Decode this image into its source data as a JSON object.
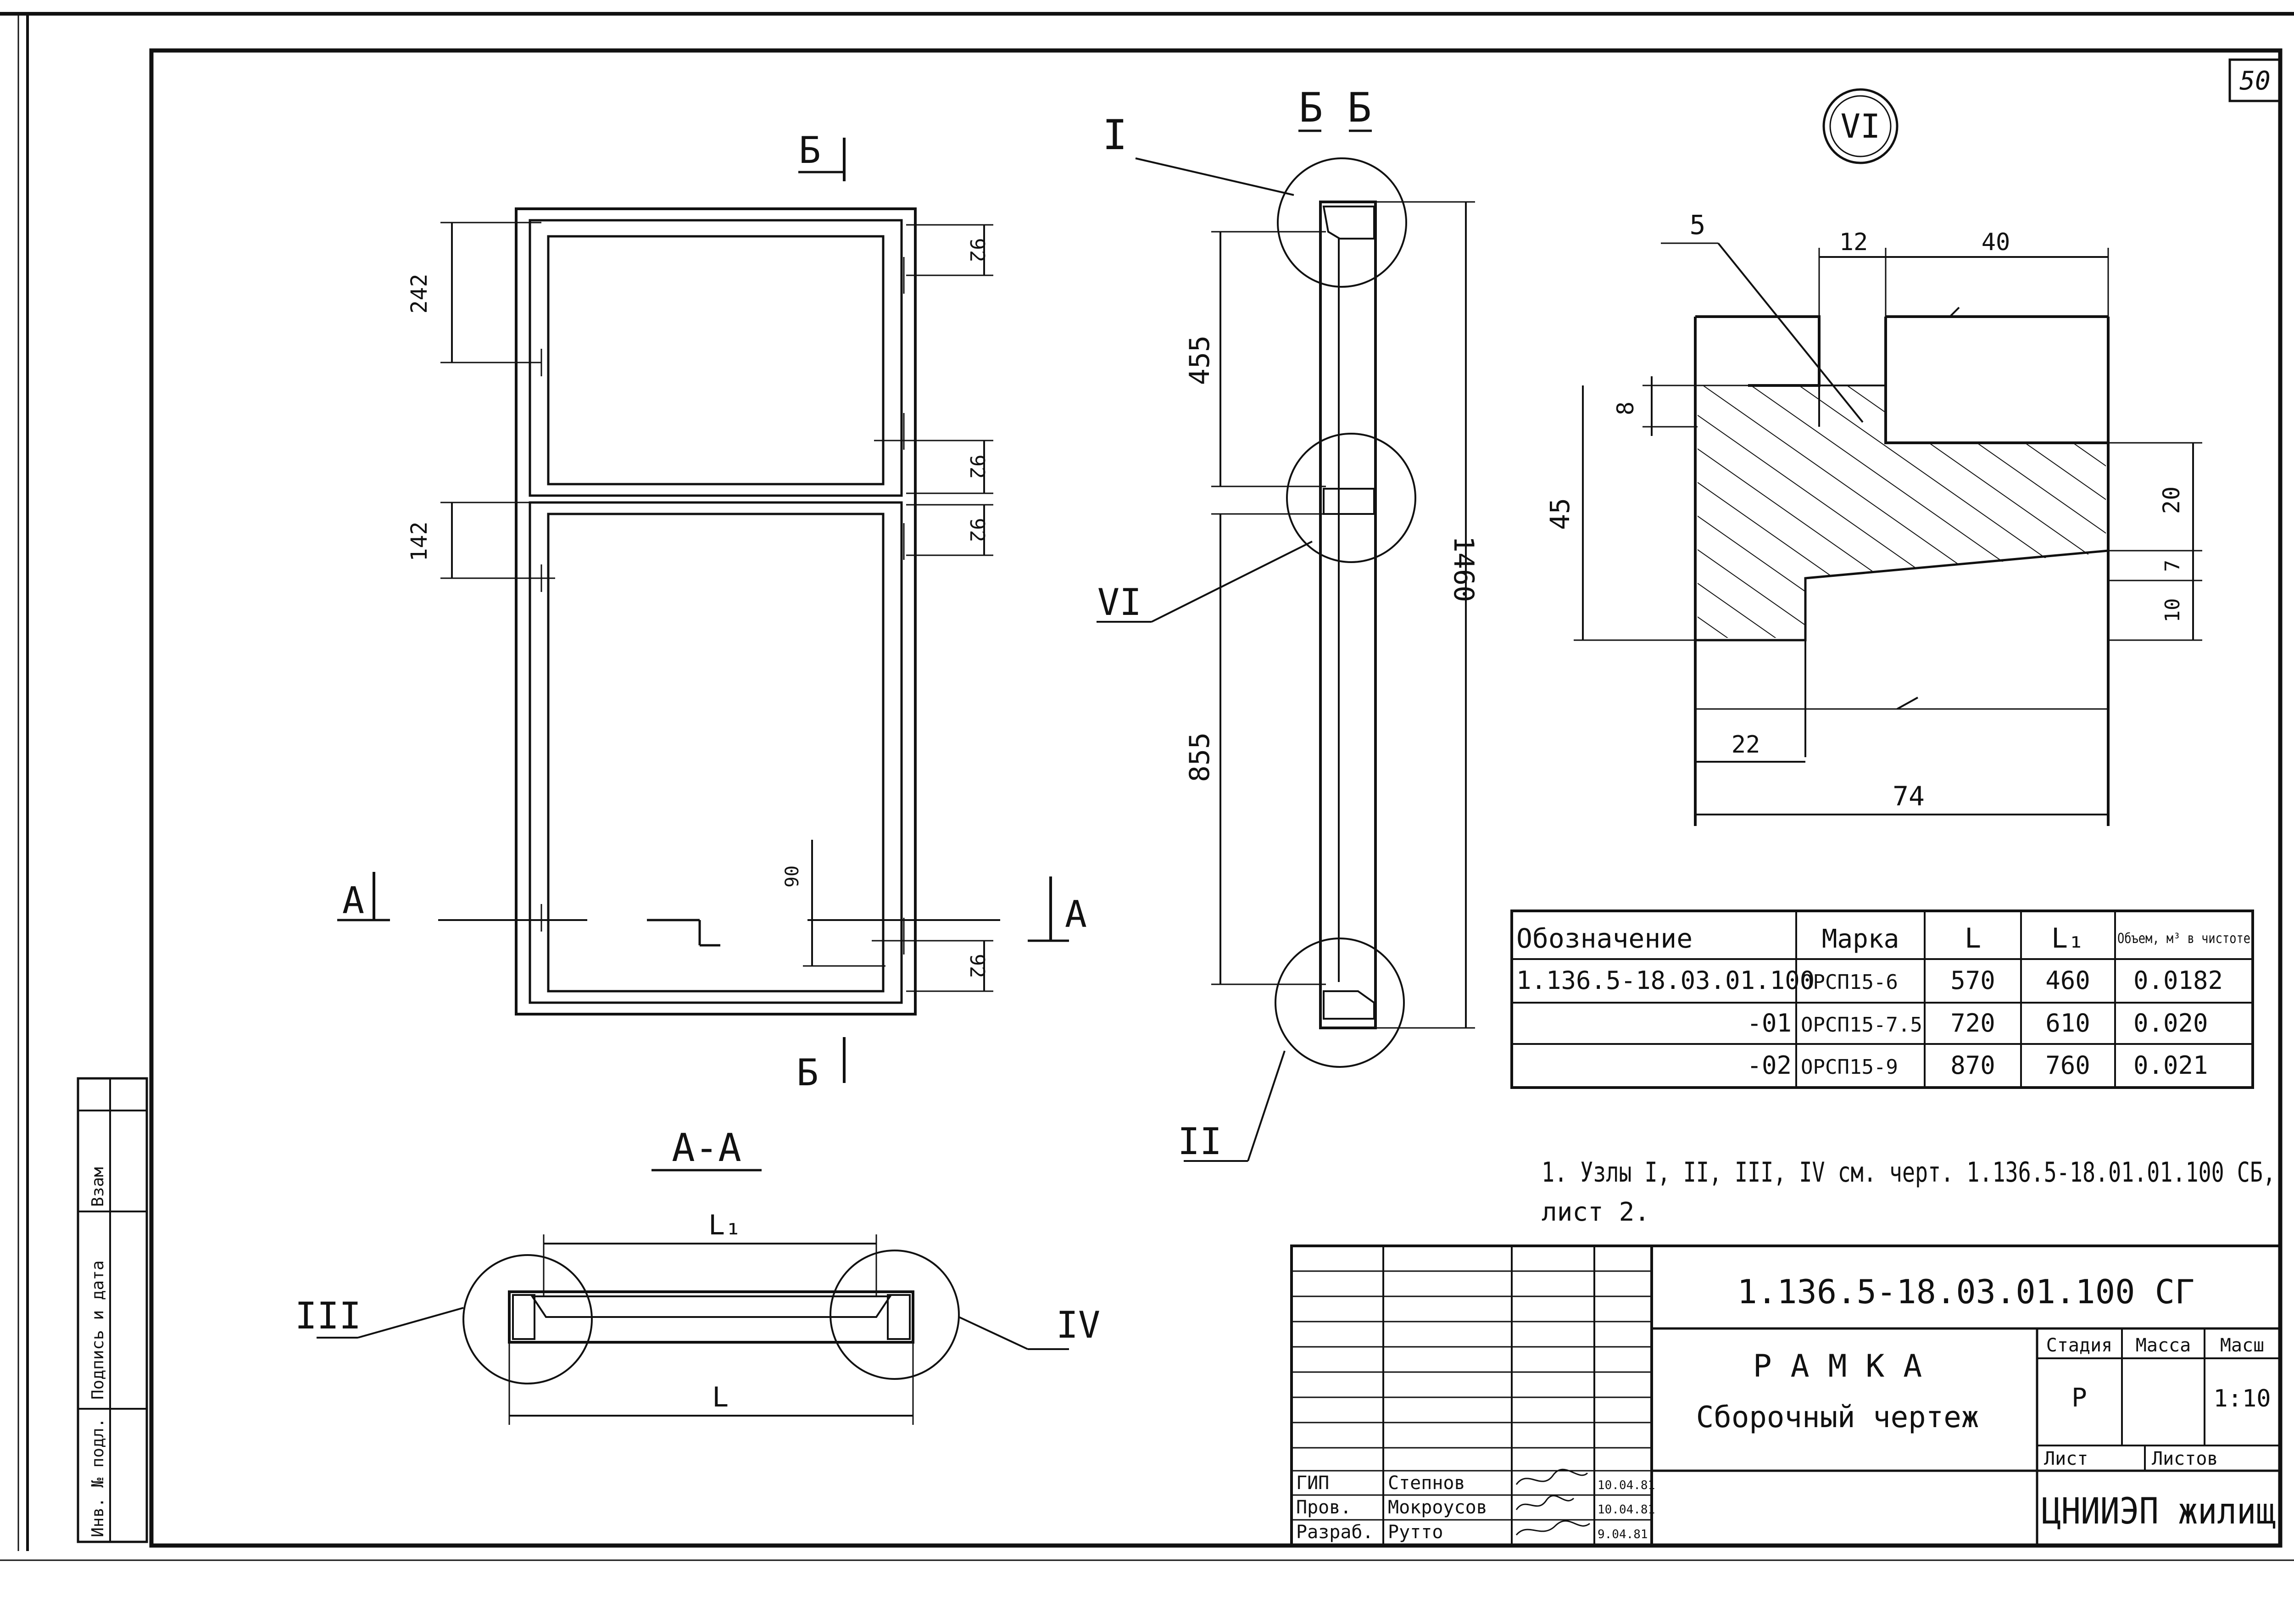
{
  "sheet_number": "50",
  "elevation": {
    "section_label_top": "Б",
    "section_label_bottom": "Б",
    "section_label_left": "А",
    "section_label_right": "А",
    "dim_242": "242",
    "dim_142": "142",
    "dim_92_a": "92",
    "dim_92_b": "92",
    "dim_92_c": "92",
    "dim_92_d": "92",
    "dim_90": "90"
  },
  "section_bb": {
    "title": "Б  Б",
    "node_I": "I",
    "node_VI": "VI",
    "node_II": "II",
    "dim_455": "455",
    "dim_855": "855",
    "dim_1460": "1460"
  },
  "detail_vi": {
    "title": "VI",
    "callout_5": "5",
    "dim_12": "12",
    "dim_40": "40",
    "dim_8": "8",
    "dim_45": "45",
    "dim_20": "20",
    "dim_7": "7",
    "dim_10": "10",
    "dim_22": "22",
    "dim_74": "74"
  },
  "section_aa": {
    "title": "А-А",
    "dim_L1": "L₁",
    "dim_L": "L",
    "node_III": "III",
    "node_IV": "IV"
  },
  "spec_table": {
    "headers": [
      "Обозначение",
      "Марка",
      "L",
      "L₁",
      "Объем, м³ в чистоте"
    ],
    "rows": [
      [
        "1.136.5-18.03.01.100",
        "ОРСП15-6",
        "570",
        "460",
        "0.0182"
      ],
      [
        "-01",
        "ОРСП15-7.5",
        "720",
        "610",
        "0.020"
      ],
      [
        "-02",
        "ОРСП15-9",
        "870",
        "760",
        "0.021"
      ]
    ]
  },
  "note": {
    "line1": "1. Узлы I, II, III, IV  см. черт.  1.136.5-18.01.01.100 СБ,",
    "line2": "лист 2."
  },
  "title_block": {
    "designation": "1.136.5-18.03.01.100 СГ",
    "name_line1": "Р А М К А",
    "name_line2": "Сборочный  чертеж",
    "stage_header": "Стадия",
    "mass_header": "Масса",
    "scale_header": "Масш",
    "stage_value": "Р",
    "scale_value": "1:10",
    "sheet_label": "Лист",
    "sheets_label": "Листов",
    "organization": "ЦНИИЭП жилищ",
    "staff": [
      {
        "role": "ГИП",
        "name": "Степнов",
        "date": "10.04.81"
      },
      {
        "role": "Пров.",
        "name": "Мокроусов",
        "date": "10.04.81"
      },
      {
        "role": "Разраб.",
        "name": "Рутто",
        "date": "9.04.81"
      }
    ]
  },
  "side_stamp": {
    "inv_label": "Инв. № подл.",
    "sign_label": "Подпись и дата",
    "replace_label": "Взам"
  }
}
